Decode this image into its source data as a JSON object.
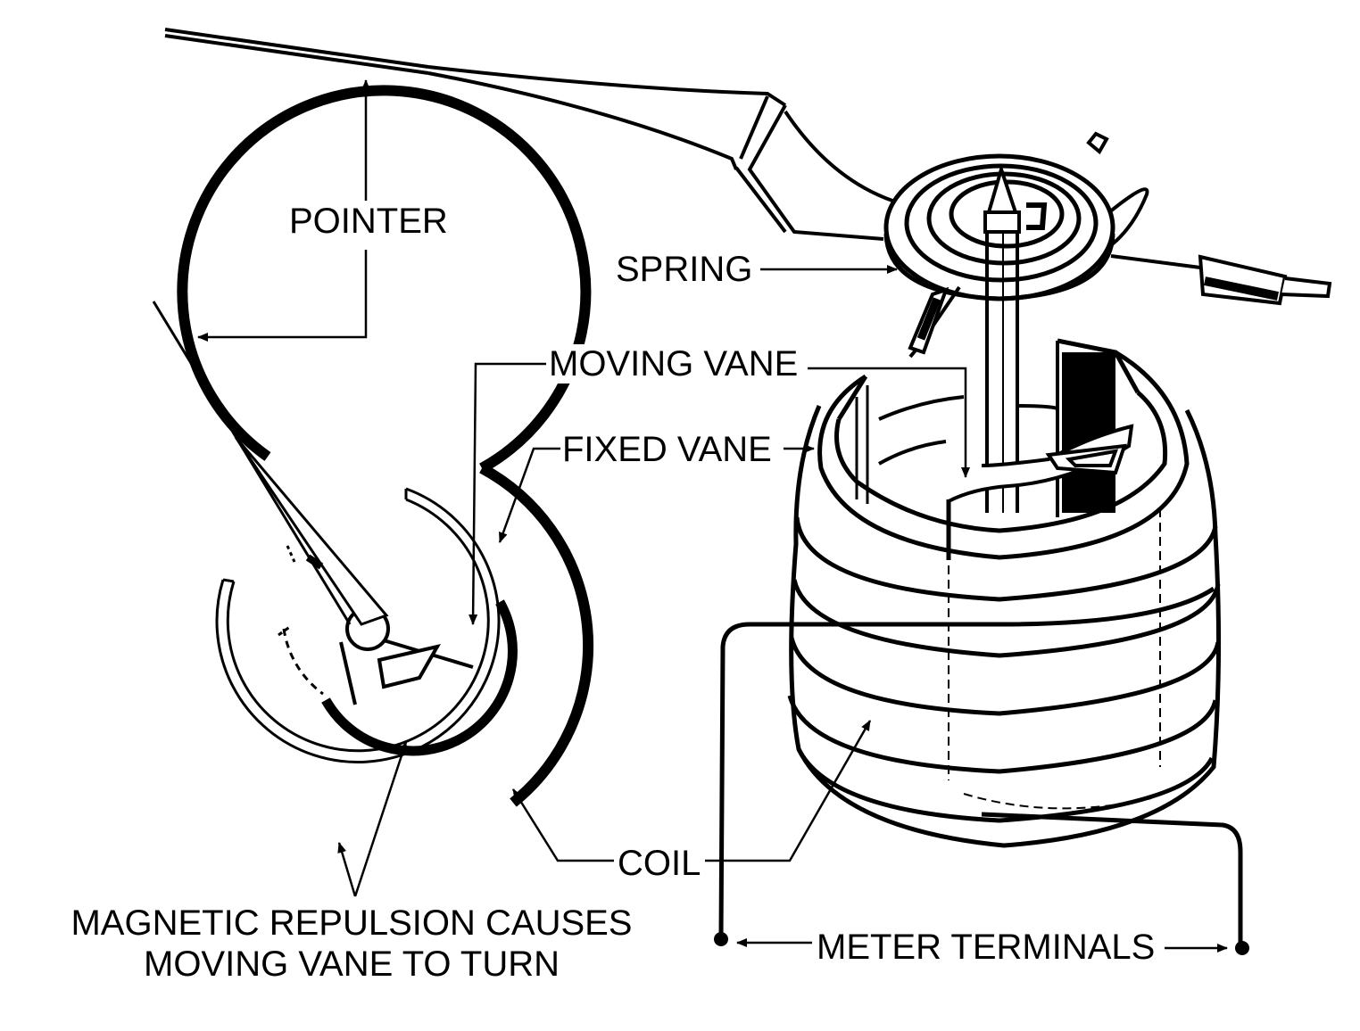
{
  "labels": {
    "pointer": "POINTER",
    "spring": "SPRING",
    "moving_vane": "MOVING VANE",
    "fixed_vane": "FIXED VANE",
    "coil": "COIL",
    "meter_terminals": "METER TERMINALS",
    "caption_line1": "MAGNETIC REPULSION CAUSES",
    "caption_line2": "MOVING VANE TO TURN"
  },
  "colors": {
    "ink": "#000000",
    "paper": "#ffffff"
  }
}
